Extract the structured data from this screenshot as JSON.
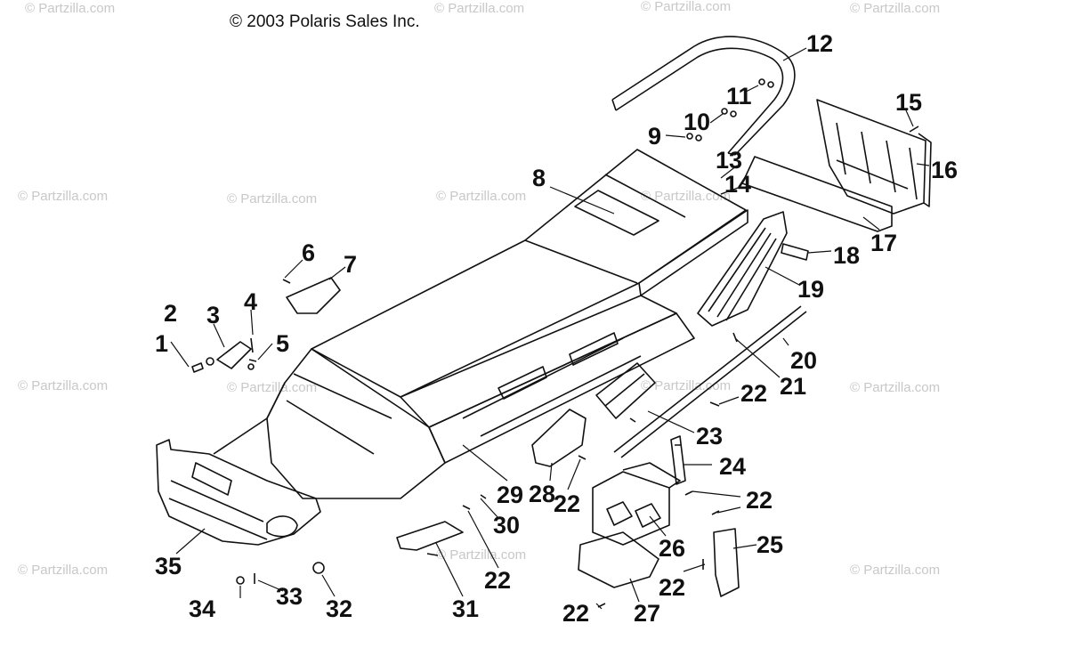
{
  "copyright": "© 2003 Polaris Sales Inc.",
  "watermark": "© Partzilla.com",
  "colors": {
    "line": "#111111",
    "watermark": "#c8c8c8",
    "background": "#ffffff"
  },
  "callouts": {
    "c1": "1",
    "c2": "2",
    "c3": "3",
    "c4": "4",
    "c5": "5",
    "c6": "6",
    "c7": "7",
    "c8": "8",
    "c9": "9",
    "c10": "10",
    "c11": "11",
    "c12": "12",
    "c13": "13",
    "c14": "14",
    "c15": "15",
    "c16": "16",
    "c17": "17",
    "c18": "18",
    "c19": "19",
    "c20": "20",
    "c21": "21",
    "c22a": "22",
    "c22b": "22",
    "c22c": "22",
    "c22d": "22",
    "c22e": "22",
    "c22f": "22",
    "c23": "23",
    "c24": "24",
    "c25": "25",
    "c26": "26",
    "c27": "27",
    "c28": "28",
    "c29": "29",
    "c30": "30",
    "c31": "31",
    "c32": "32",
    "c33": "33",
    "c34": "34",
    "c35": "35"
  }
}
